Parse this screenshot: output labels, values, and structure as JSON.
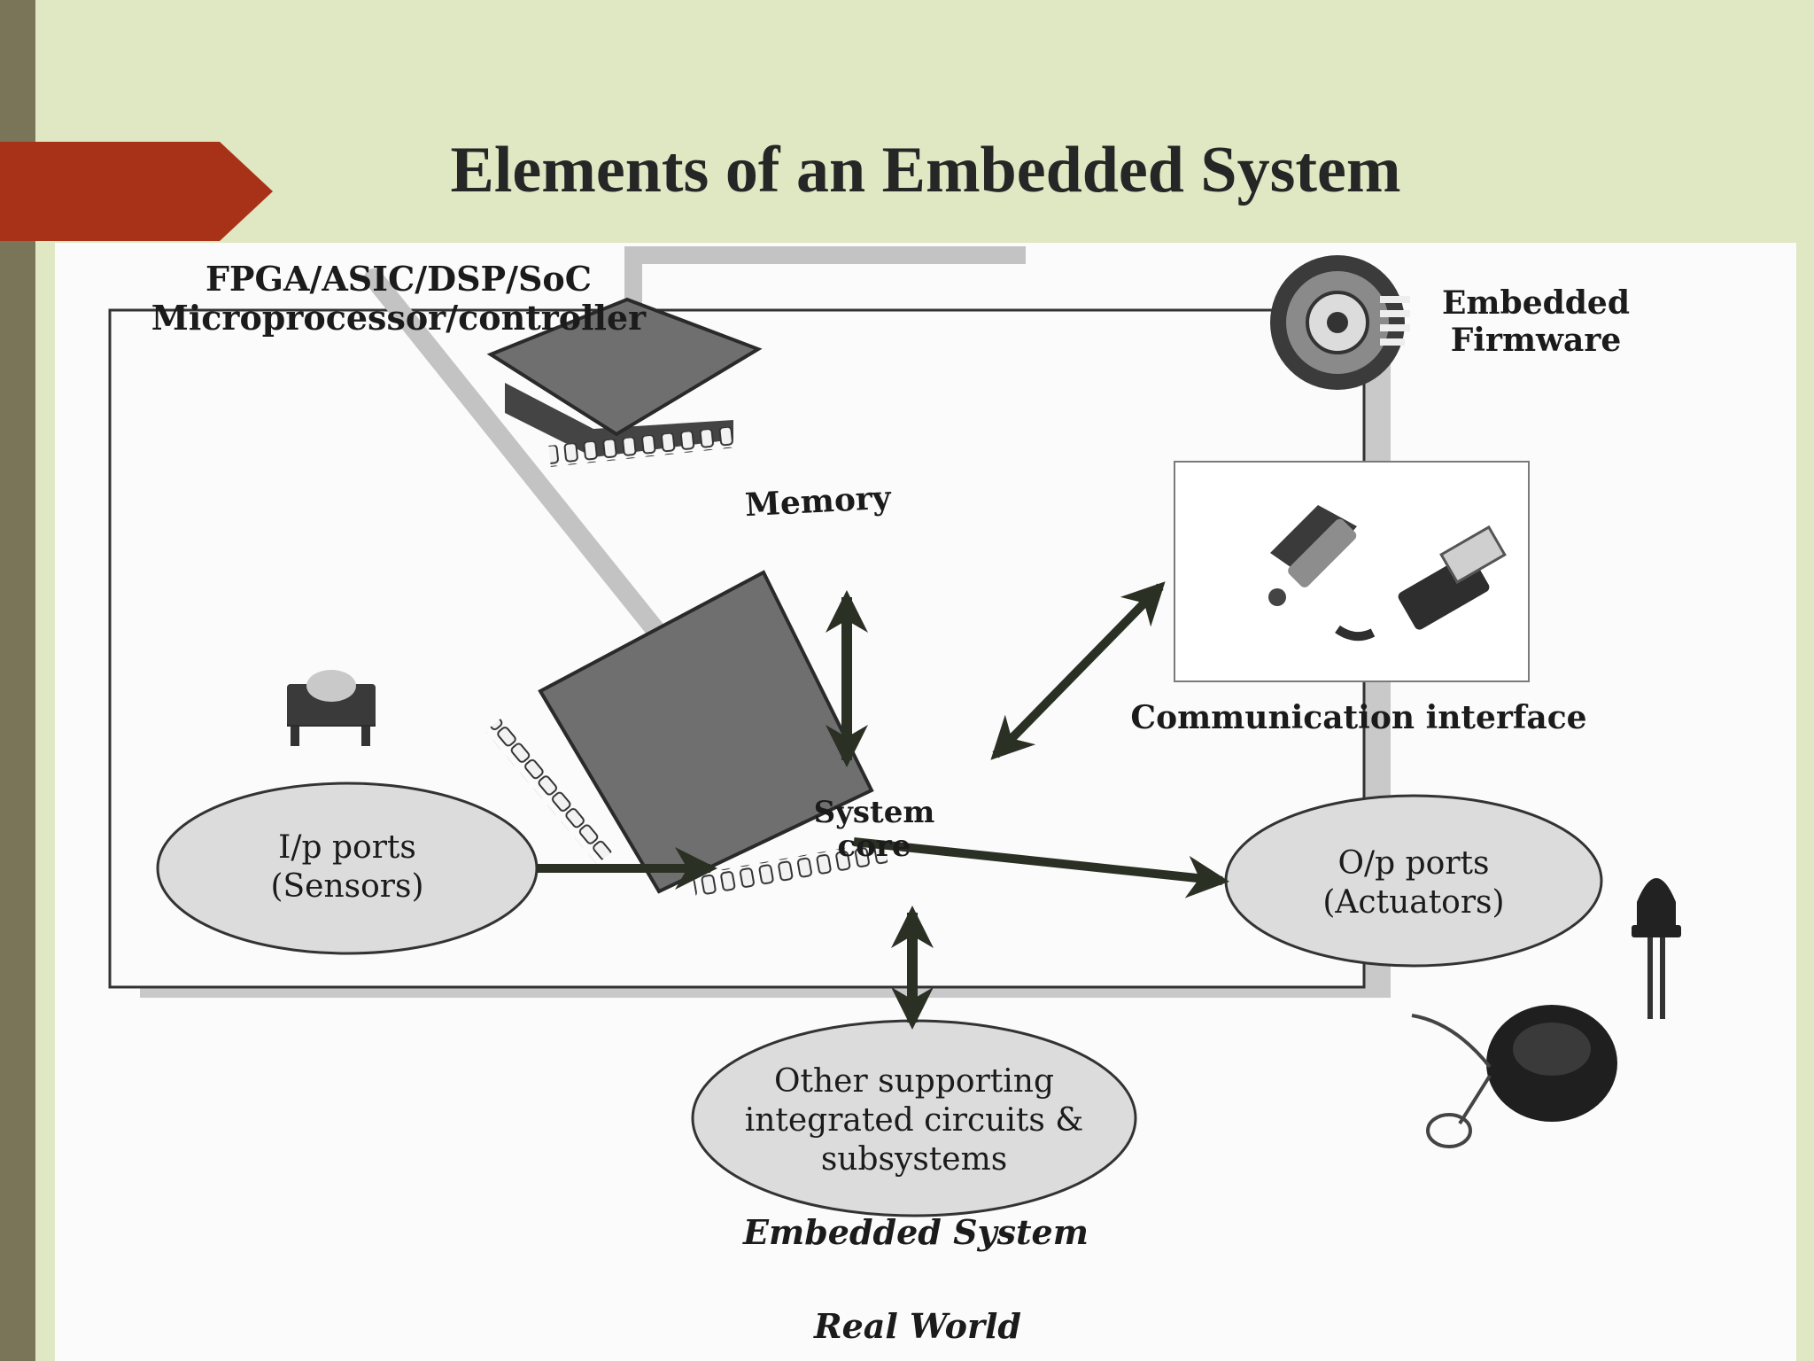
{
  "slide": {
    "title": "Elements of an Embedded System"
  },
  "diagram": {
    "processor_label_line1": "FPGA/ASIC/DSP/SoC",
    "processor_label_line2": "Microprocessor/controller",
    "firmware_label_line1": "Embedded",
    "firmware_label_line2": "Firmware",
    "memory_label": "Memory",
    "system_core_line1": "System",
    "system_core_line2": "core",
    "input_ports_line1": "I/p ports",
    "input_ports_line2": "(Sensors)",
    "output_ports_line1": "O/p ports",
    "output_ports_line2": "(Actuators)",
    "communication_label": "Communication interface",
    "other_ics_line1": "Other supporting",
    "other_ics_line2": "integrated circuits &",
    "other_ics_line3": "subsystems",
    "embedded_system_label": "Embedded System",
    "real_world_label": "Real World"
  },
  "colors": {
    "background": "#dfe7c3",
    "left_bar": "#7a7458",
    "title_tab": "#a83218",
    "chip": "#6f6f6f",
    "arrow": "#2b3024",
    "grey_arrow": "#c3c3c3",
    "ellipse_fill": "#dcdcdc"
  }
}
